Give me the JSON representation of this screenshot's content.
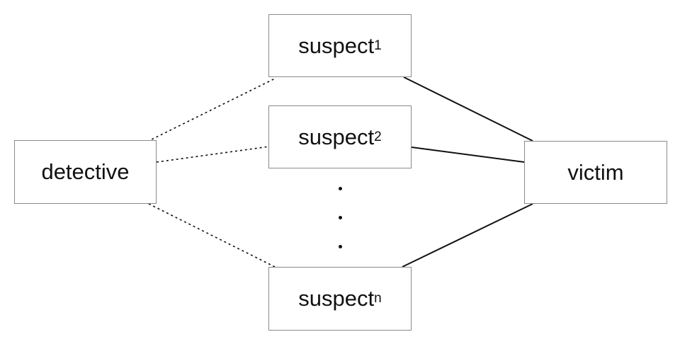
{
  "nodes": {
    "detective": {
      "label": "detective"
    },
    "suspect_1": {
      "label": "suspect",
      "subscript": "1"
    },
    "suspect_2": {
      "label": "suspect",
      "subscript": "2"
    },
    "suspect_n": {
      "label": "suspect",
      "subscript": "n"
    },
    "victim": {
      "label": "victim"
    }
  },
  "edges": [
    {
      "from": "detective",
      "to": "suspect_1",
      "style": "dotted"
    },
    {
      "from": "detective",
      "to": "suspect_2",
      "style": "dotted"
    },
    {
      "from": "detective",
      "to": "suspect_n",
      "style": "dotted"
    },
    {
      "from": "suspect_1",
      "to": "victim",
      "style": "solid"
    },
    {
      "from": "suspect_2",
      "to": "victim",
      "style": "solid"
    },
    {
      "from": "suspect_n",
      "to": "victim",
      "style": "solid"
    }
  ],
  "ellipsis": "vertical-dots",
  "colors": {
    "box_border": "#8a8a8a",
    "line": "#111111",
    "text": "#111111"
  }
}
